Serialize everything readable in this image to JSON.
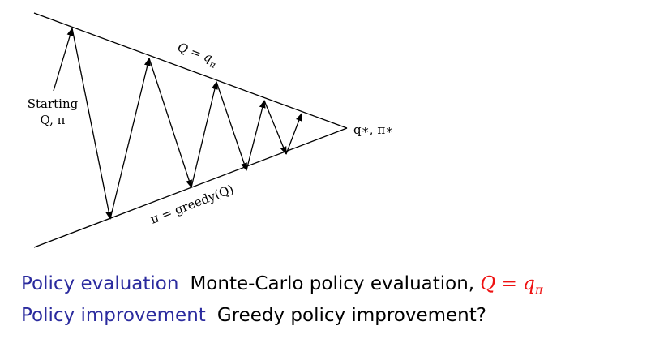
{
  "diagram": {
    "start_label_line1": "Starting",
    "start_label_line2": "Q, π",
    "upper_line_label_base": "Q = q",
    "upper_line_label_sub": "π",
    "lower_line_label": "π = greedy(Q)",
    "apex_label": "q∗, π∗"
  },
  "lines": [
    {
      "term": "Policy evaluation",
      "text": "Monte-Carlo policy evaluation, ",
      "math_base": "Q = q",
      "math_sub": "π"
    },
    {
      "term": "Policy improvement",
      "text": "Greedy policy improvement?"
    }
  ],
  "colors": {
    "term": "#2b2b9e",
    "highlight": "#ee1111",
    "ink": "#000000"
  }
}
